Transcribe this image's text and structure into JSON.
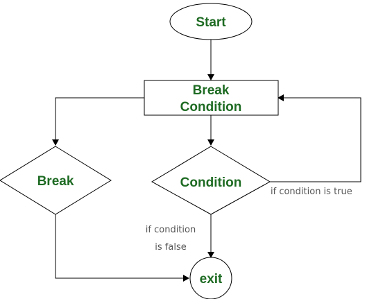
{
  "diagram": {
    "nodes": {
      "start": {
        "label": "Start",
        "shape": "ellipse"
      },
      "break_condition": {
        "line1": "Break",
        "line2": "Condition",
        "shape": "rectangle"
      },
      "break": {
        "label": "Break",
        "shape": "diamond"
      },
      "condition": {
        "label": "Condition",
        "shape": "diamond"
      },
      "exit": {
        "label": "exit",
        "shape": "circle"
      }
    },
    "edges": {
      "true_label": "if condition is true",
      "false_label_line1": "if condition",
      "false_label_line2": "is false"
    },
    "colors": {
      "node_text": "#1e6b23",
      "edge_label": "#555555",
      "stroke": "#000000"
    }
  }
}
